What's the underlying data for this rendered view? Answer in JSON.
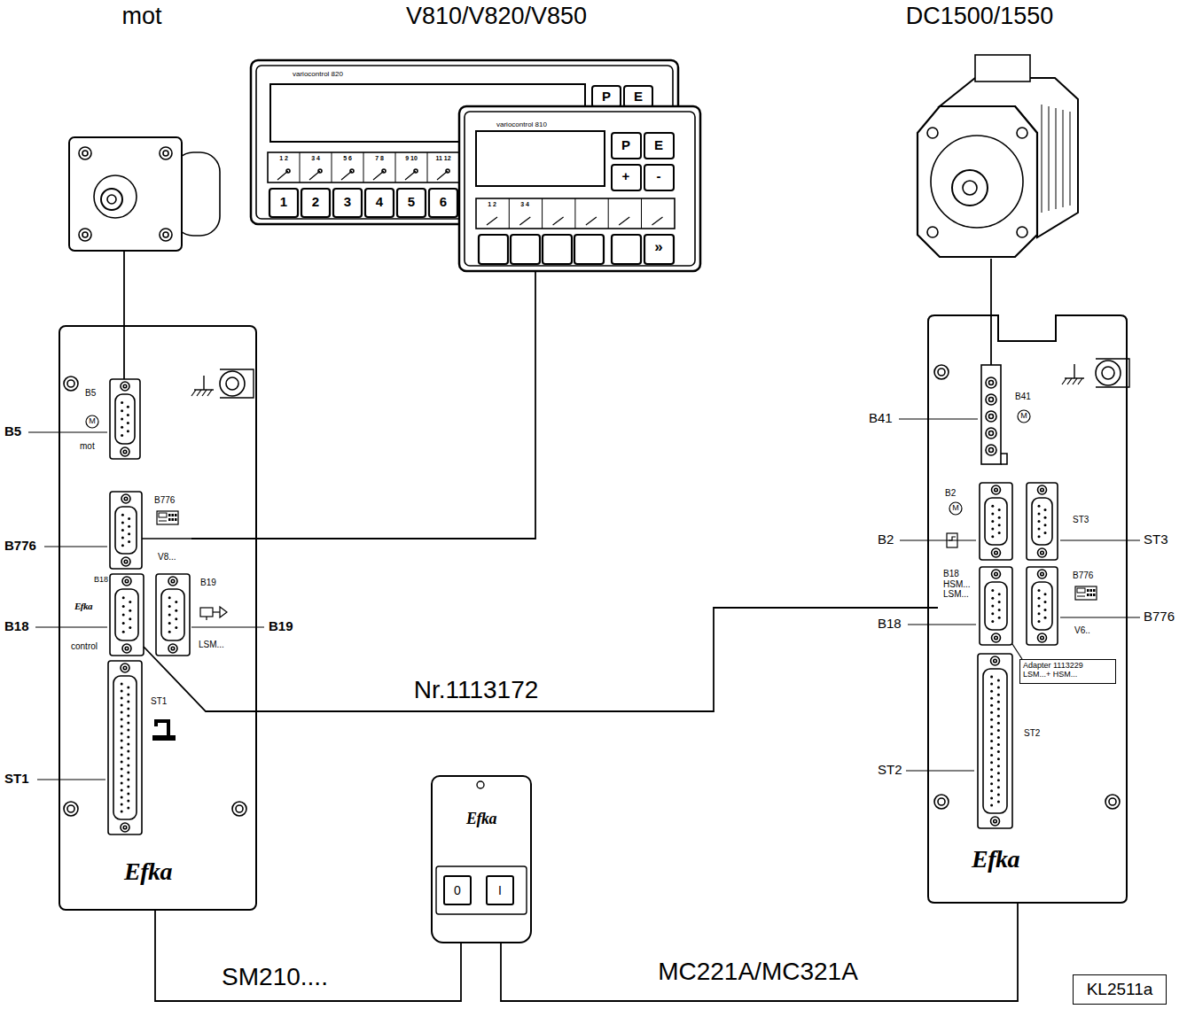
{
  "diagram": {
    "nodes": [
      {
        "text": [
          "mot"
        ]
      },
      {
        "text": [
          "V810/V820/V850"
        ]
      },
      {
        "text": [
          "DC1500/1550"
        ]
      },
      {
        "text": [
          "Efka"
        ]
      },
      {
        "text": [
          "B5",
          "mot"
        ],
        "in": 3
      },
      {
        "text": [
          "B776",
          "V8..."
        ],
        "in": 3
      },
      {
        "text": [
          "B18",
          "Efka",
          "control"
        ],
        "in": 3
      },
      {
        "text": [
          "B19",
          "LSM..."
        ],
        "in": 3
      },
      {
        "text": [
          "ST1"
        ],
        "in": 3
      },
      {
        "text": [
          "Efka"
        ]
      },
      {
        "text": [
          "B41"
        ],
        "in": 9
      },
      {
        "text": [
          "B2"
        ],
        "in": 9
      },
      {
        "text": [
          "ST3"
        ],
        "in": 9
      },
      {
        "text": [
          "B18",
          "HSM... LSM..."
        ],
        "in": 9
      },
      {
        "text": [
          "B776",
          "V6.."
        ],
        "in": 9
      },
      {
        "text": [
          "Adapter 1113229 LSM...+ HSM..."
        ],
        "in": 9
      },
      {
        "text": [
          "ST2"
        ],
        "in": 9
      },
      {
        "text": [
          "Efka"
        ]
      },
      {
        "text": [
          "0"
        ],
        "in": 17
      },
      {
        "text": [
          "I"
        ],
        "in": 17
      },
      {
        "text": [
          "KL2511a"
        ]
      }
    ],
    "edges": [
      {
        "from": 0,
        "to": 4,
        "arrow": "none"
      },
      {
        "from": 1,
        "to": 5,
        "arrow": "none"
      },
      {
        "from": 2,
        "to": 10,
        "arrow": "none"
      },
      {
        "from": 6,
        "to": 13,
        "label": "Nr.1113172",
        "arrow": "none"
      },
      {
        "from": 3,
        "to": 17,
        "label": "SM210....",
        "arrow": "none"
      },
      {
        "from": 17,
        "to": 9,
        "label": "MC221A/MC321A",
        "arrow": "none"
      }
    ],
    "labels": [
      "B5",
      "B776",
      "B18",
      "B19",
      "ST1",
      "B41",
      "B2",
      "ST3",
      "B18",
      "B776",
      "ST2",
      "M",
      "M",
      "M",
      "variocontrol 820",
      "variocontrol 810",
      "P",
      "E",
      "1",
      "2",
      "3",
      "4",
      "5",
      "6",
      "P",
      "E",
      "+",
      "-",
      "»",
      "1 2",
      "3 4",
      "5 6",
      "7 8",
      "9 10",
      "11 12",
      "1 2",
      "3 4"
    ]
  }
}
